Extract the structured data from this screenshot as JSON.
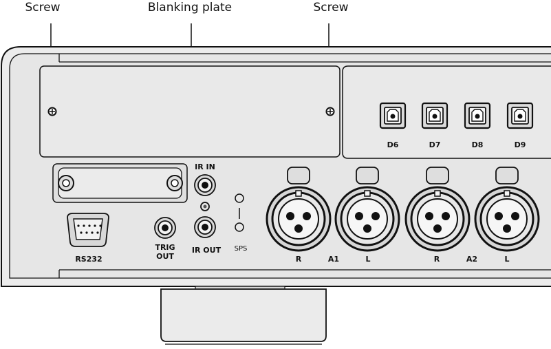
{
  "callouts": {
    "screw_left": "Screw",
    "blanking_plate": "Blanking plate",
    "screw_right": "Screw"
  },
  "optical_inputs": [
    "D6",
    "D7",
    "D8",
    "D9"
  ],
  "ports": {
    "rs232": "RS232",
    "trig_out_line1": "TRIG",
    "trig_out_line2": "OUT",
    "ir_in": "IR IN",
    "ir_out": "IR OUT",
    "sps": "SPS"
  },
  "xlr_groups": [
    {
      "left": "R",
      "name": "A1",
      "right": "L"
    },
    {
      "left": "R",
      "name": "A2",
      "right": "L"
    }
  ]
}
